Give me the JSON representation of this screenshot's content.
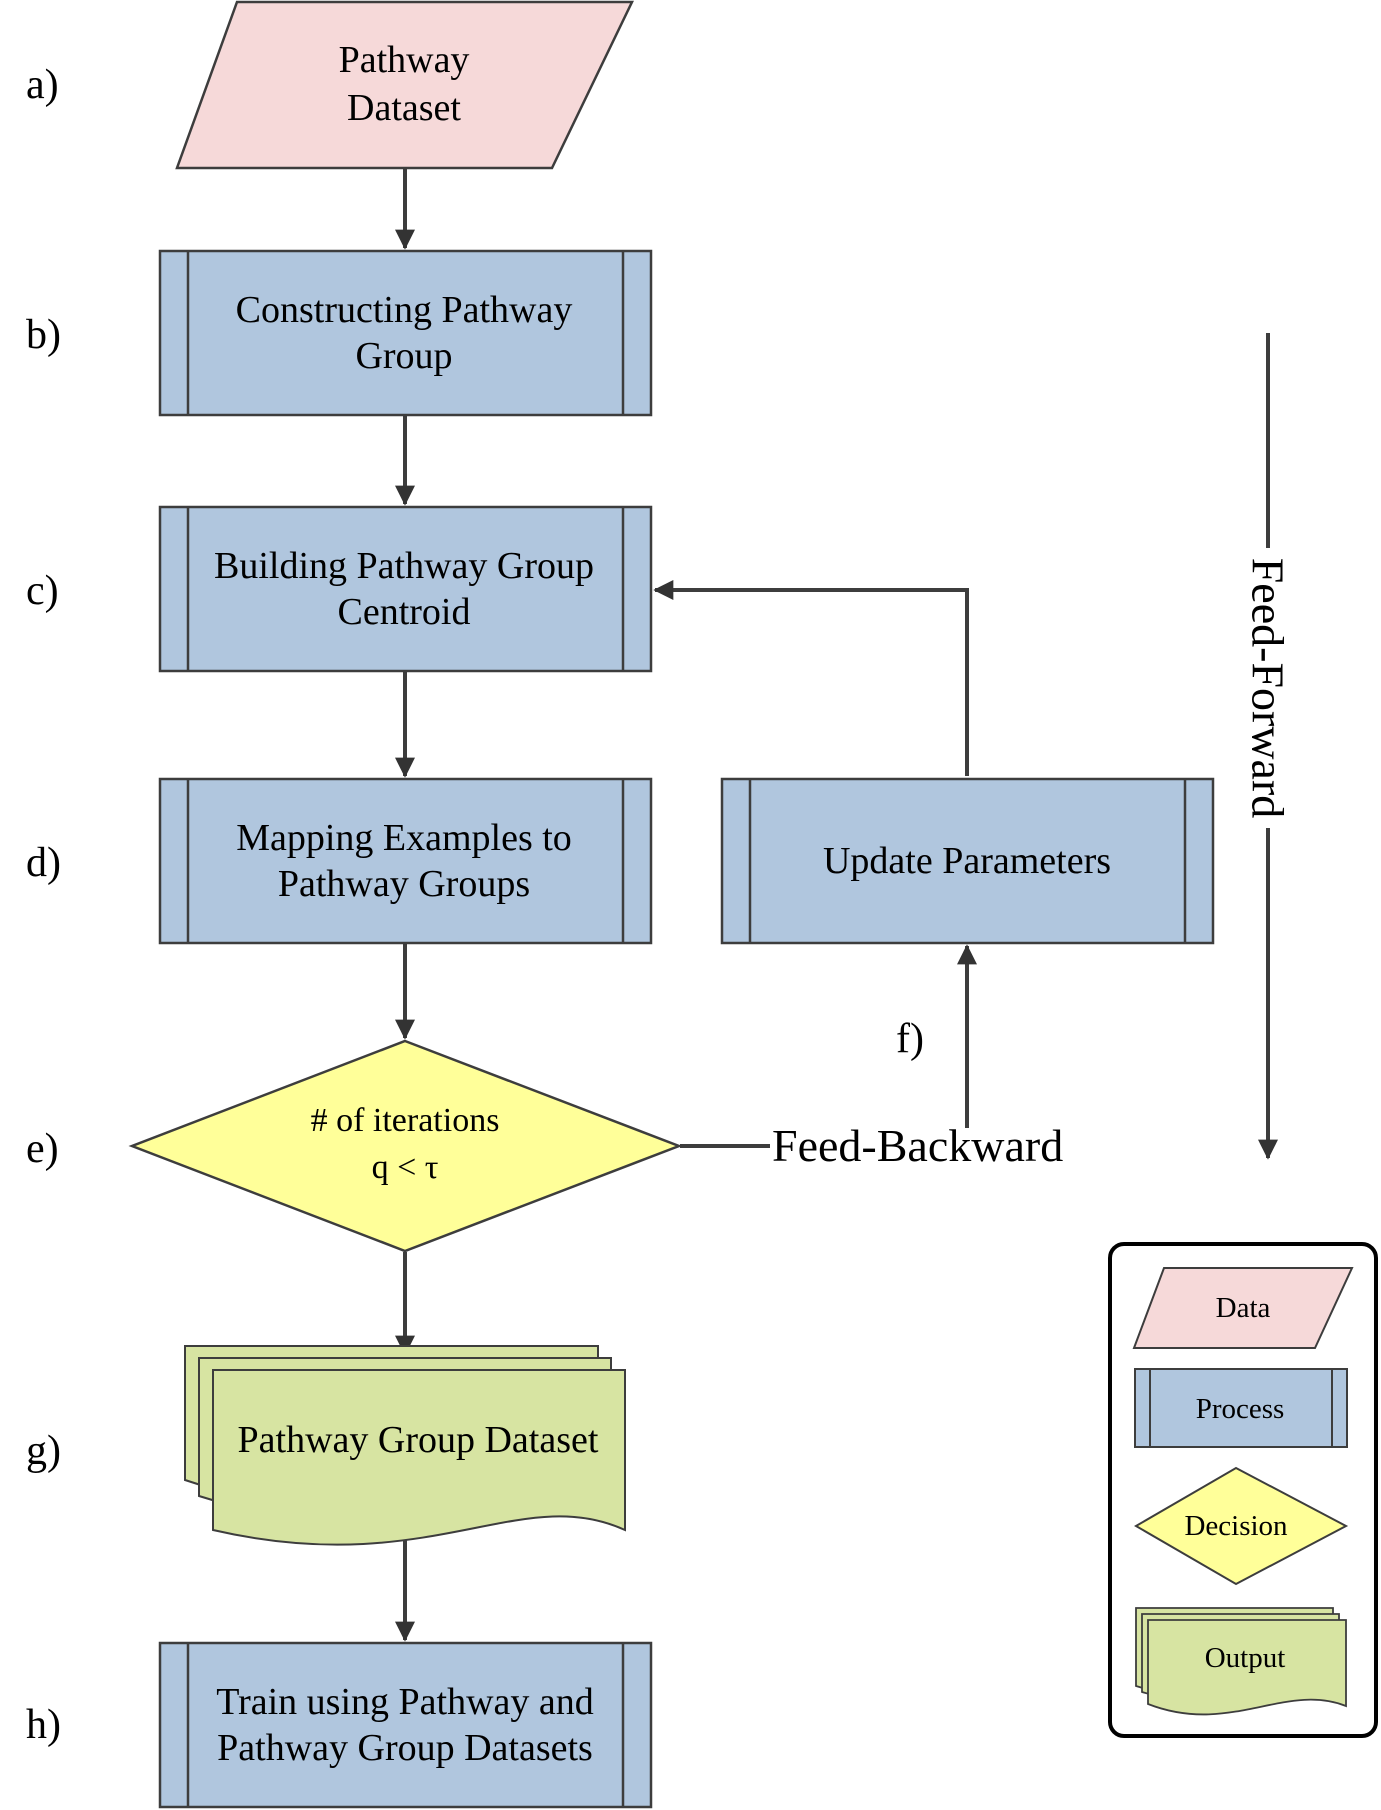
{
  "colors": {
    "data_fill": "#f6d9d9",
    "process_fill": "#b0c6de",
    "decision_fill": "#ffff99",
    "output_fill": "#d7e4a2",
    "stroke": "#3d3d3d",
    "arrow": "#333333"
  },
  "steps": [
    {
      "label": "a)",
      "lines": [
        "Pathway",
        "Dataset"
      ],
      "shape": "data"
    },
    {
      "label": "b)",
      "lines": [
        "Constructing Pathway",
        "Group"
      ],
      "shape": "process"
    },
    {
      "label": "c)",
      "lines": [
        "Building Pathway Group",
        "Centroid"
      ],
      "shape": "process"
    },
    {
      "label": "d)",
      "lines": [
        "Mapping Examples to",
        "Pathway Groups"
      ],
      "shape": "process"
    },
    {
      "label": "e)",
      "lines": [
        "# of iterations",
        "q < τ"
      ],
      "shape": "decision"
    },
    {
      "label": "g)",
      "lines": [
        "Pathway Group Dataset"
      ],
      "shape": "output"
    },
    {
      "label": "h)",
      "lines": [
        "Train using Pathway and",
        "Pathway Group Datasets"
      ],
      "shape": "process"
    }
  ],
  "update_box": {
    "label": "f)",
    "text": "Update Parameters"
  },
  "feed_backward": "Feed-Backward",
  "feed_forward": "Feed-Forward",
  "legend": [
    {
      "shape": "data",
      "text": "Data"
    },
    {
      "shape": "process",
      "text": "Process"
    },
    {
      "shape": "decision",
      "text": "Decision"
    },
    {
      "shape": "output",
      "text": "Output"
    }
  ]
}
